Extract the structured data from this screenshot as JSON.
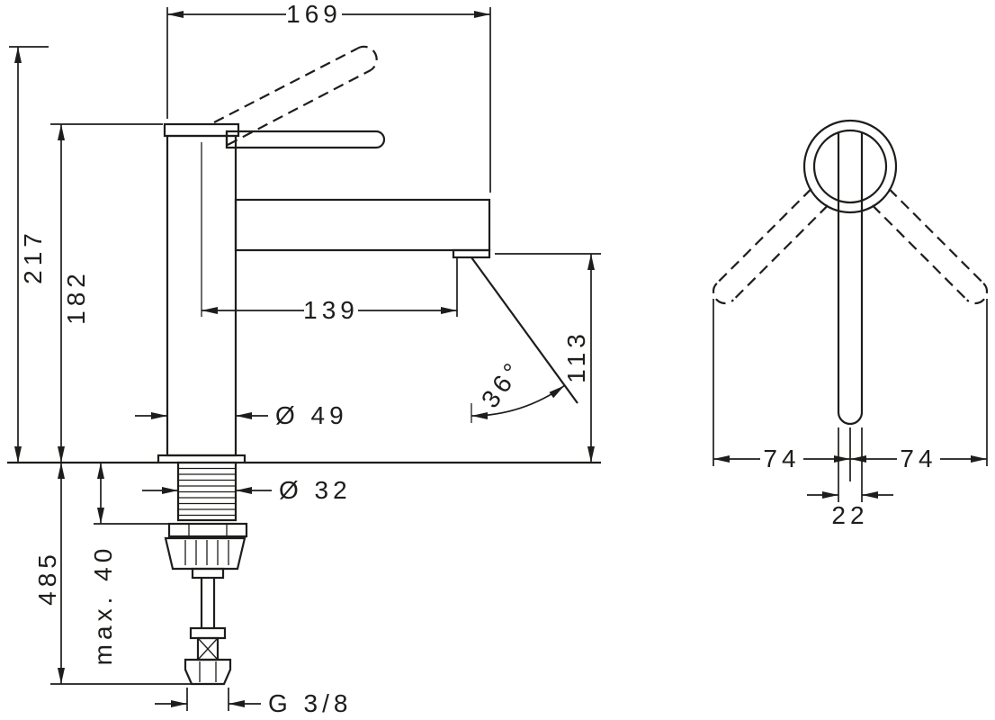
{
  "colors": {
    "line": "#1d1d1b",
    "background": "#ffffff"
  },
  "views": {
    "side": {
      "dims": {
        "width_top": "169",
        "height_total": "217",
        "height_body": "182",
        "spout_reach": "139",
        "spout_height": "113",
        "stream_angle": "36°",
        "body_diameter": "Ø 49",
        "shank_diameter": "Ø 32",
        "below_deck_length": "485",
        "max_deck_thickness": "max. 40",
        "thread_size": "G 3/8"
      }
    },
    "front": {
      "dims": {
        "swing_left": "74",
        "swing_right": "74",
        "lever_width": "22"
      }
    }
  }
}
